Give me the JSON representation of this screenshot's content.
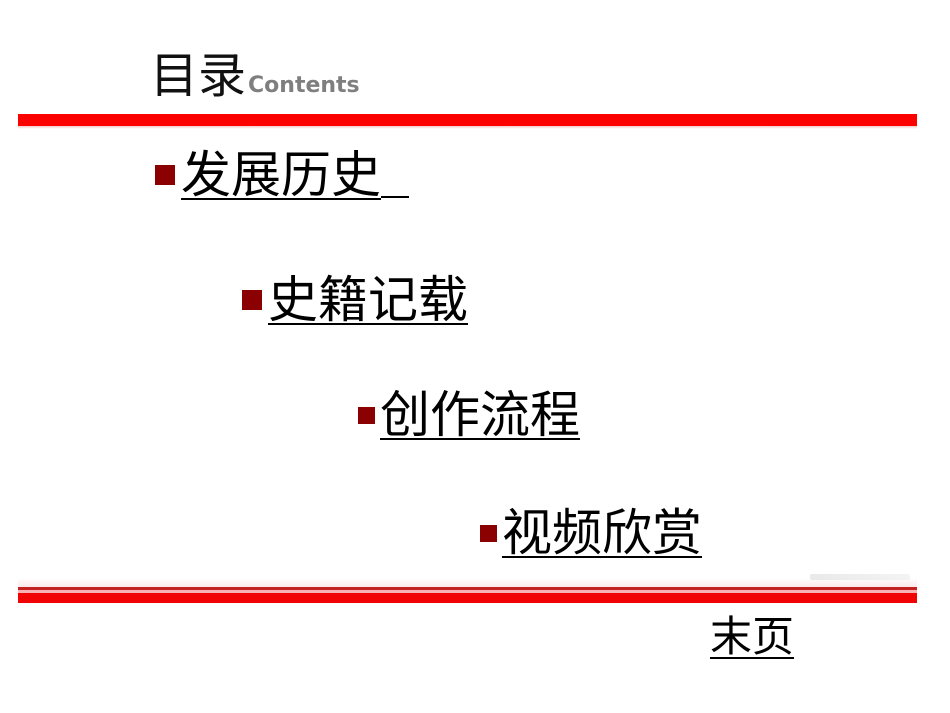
{
  "slide": {
    "title": {
      "main": "目录",
      "sub": "Contents"
    },
    "toc_items": [
      {
        "label": "发展历史"
      },
      {
        "label": "史籍记载"
      },
      {
        "label": "创作流程"
      },
      {
        "label": "视频欣赏"
      }
    ],
    "end_link": {
      "label": "末页"
    },
    "colors": {
      "accent_bar": "#fd0000",
      "bullet": "#8b0000",
      "title_text": "#111111",
      "subtitle_text": "#7f7f7f",
      "link_text": "#000000"
    }
  }
}
